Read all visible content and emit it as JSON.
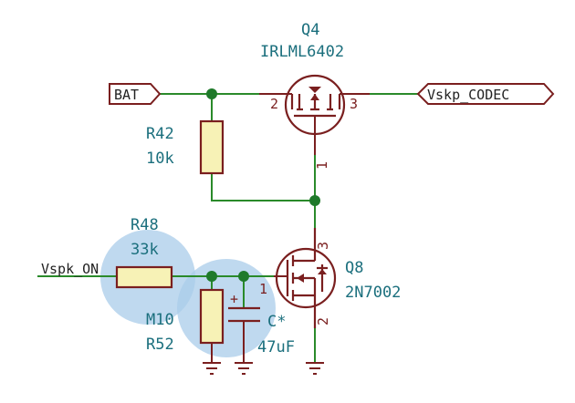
{
  "components": {
    "q4": {
      "ref": "Q4",
      "value": "IRLML6402",
      "pin_gate": "1",
      "pin_source": "2",
      "pin_drain": "3"
    },
    "q8": {
      "ref": "Q8",
      "value": "2N7002",
      "pin_gate": "1",
      "pin_source": "2",
      "pin_drain": "3"
    },
    "r42": {
      "ref": "R42",
      "value": "10k"
    },
    "r48": {
      "ref": "R48",
      "value": "33k"
    },
    "r52": {
      "ref": "R52",
      "value": "M10"
    },
    "c": {
      "ref": "C*",
      "value": "47uF",
      "polarity": "+"
    }
  },
  "nets": {
    "bat": "BAT",
    "vskp_codec": "Vskp_CODEC",
    "vspk_on": "Vspk_ON"
  },
  "colors": {
    "wire": "#2a8a2a",
    "component": "#7a1f1f",
    "component_fill": "#f7f2b6",
    "reference_text": "#1b6f7d",
    "highlight": "#a9cce9"
  }
}
